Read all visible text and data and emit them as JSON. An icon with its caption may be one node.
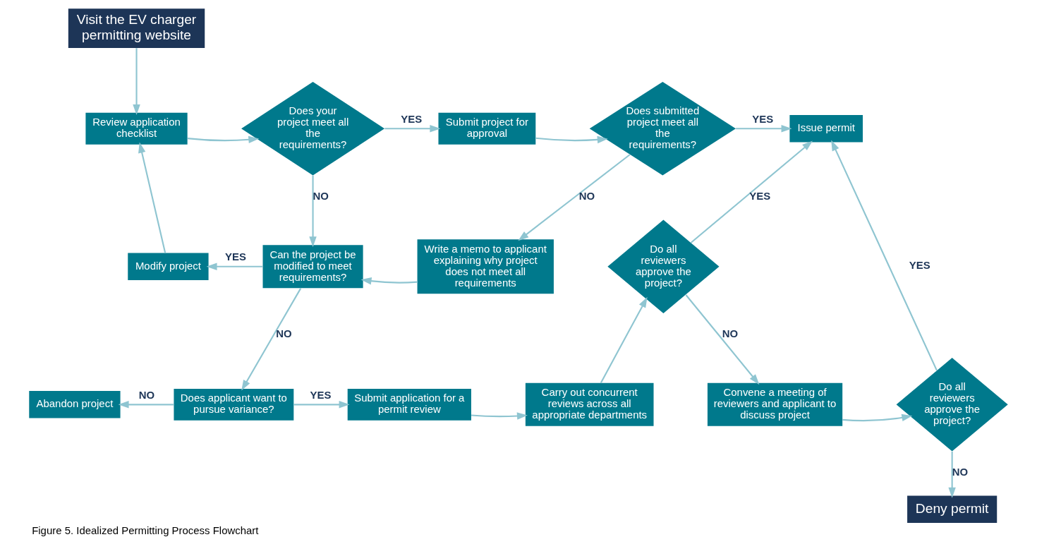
{
  "diagram": {
    "caption": "Figure 5. Idealized Permitting Process Flowchart",
    "nodes": [
      {
        "text": [
          "Visit the EV charger permitting website"
        ]
      },
      {
        "text": [
          "Review application checklist"
        ]
      },
      {
        "text": [
          "Does your project meet all the requirements?"
        ]
      },
      {
        "text": [
          "Submit project for approval"
        ]
      },
      {
        "text": [
          "Does submitted project meet all the requirements?"
        ]
      },
      {
        "text": [
          "Issue permit"
        ]
      },
      {
        "text": [
          "Modify project"
        ]
      },
      {
        "text": [
          "Can the project be modified to meet requirements?"
        ]
      },
      {
        "text": [
          "Write a memo to applicant explaining why project does not meet all requirements"
        ]
      },
      {
        "text": [
          "Do all reviewers approve the project?"
        ]
      },
      {
        "text": [
          "Abandon project"
        ]
      },
      {
        "text": [
          "Does applicant want to pursue variance?"
        ]
      },
      {
        "text": [
          "Submit application for a permit review"
        ]
      },
      {
        "text": [
          "Carry out concurrent reviews across all appropriate departments"
        ]
      },
      {
        "text": [
          "Convene a meeting of reviewers and applicant to discuss project"
        ]
      },
      {
        "text": [
          "Do all reviewers approve the project?"
        ]
      },
      {
        "text": [
          "Deny permit"
        ]
      }
    ],
    "edges": [
      {
        "from": 0,
        "to": 1,
        "arrow": "to"
      },
      {
        "from": 1,
        "to": 2,
        "arrow": "to"
      },
      {
        "from": 2,
        "to": 3,
        "arrow": "to",
        "label": "YES"
      },
      {
        "from": 3,
        "to": 4,
        "arrow": "to"
      },
      {
        "from": 4,
        "to": 5,
        "arrow": "to",
        "label": "YES"
      },
      {
        "from": 2,
        "to": 7,
        "arrow": "to",
        "label": "NO"
      },
      {
        "from": 4,
        "to": 8,
        "arrow": "to",
        "label": "NO"
      },
      {
        "from": 8,
        "to": 7,
        "arrow": "to"
      },
      {
        "from": 7,
        "to": 6,
        "arrow": "to",
        "label": "YES"
      },
      {
        "from": 6,
        "to": 1,
        "arrow": "to"
      },
      {
        "from": 7,
        "to": 11,
        "arrow": "to",
        "label": "NO"
      },
      {
        "from": 11,
        "to": 10,
        "arrow": "to",
        "label": "NO"
      },
      {
        "from": 11,
        "to": 12,
        "arrow": "to",
        "label": "YES"
      },
      {
        "from": 12,
        "to": 13,
        "arrow": "to"
      },
      {
        "from": 13,
        "to": 9,
        "arrow": "to"
      },
      {
        "from": 9,
        "to": 5,
        "arrow": "to",
        "label": "YES"
      },
      {
        "from": 9,
        "to": 14,
        "arrow": "to",
        "label": "NO"
      },
      {
        "from": 14,
        "to": 15,
        "arrow": "to"
      },
      {
        "from": 15,
        "to": 5,
        "arrow": "to",
        "label": "YES"
      },
      {
        "from": 15,
        "to": 16,
        "arrow": "to",
        "label": "NO"
      }
    ]
  }
}
